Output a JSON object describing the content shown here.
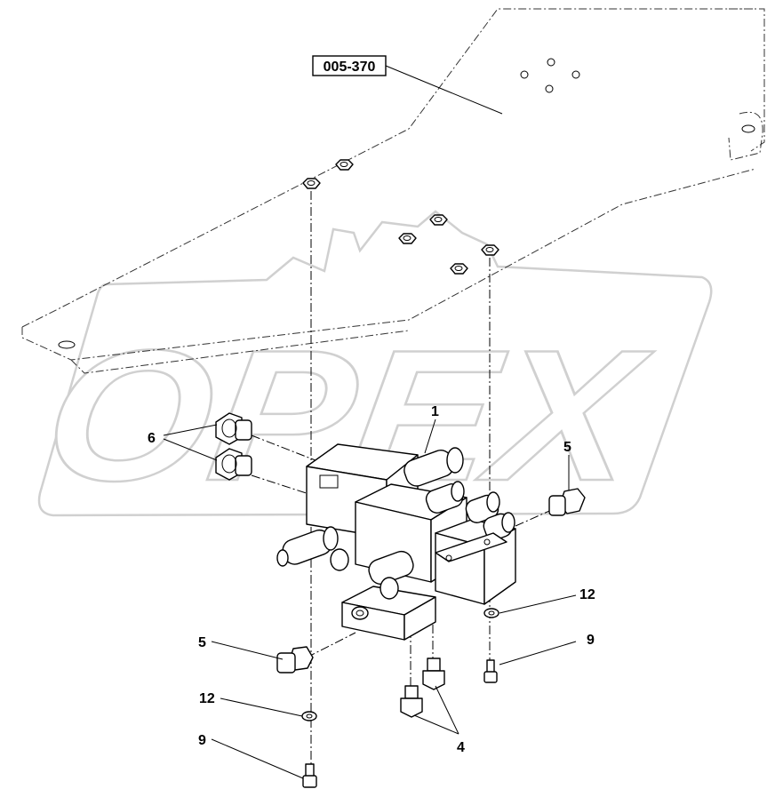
{
  "reference_box": {
    "label": "005-370"
  },
  "watermark": {
    "text": "OPEX"
  },
  "callouts": [
    {
      "id": "callout-1",
      "label": "1"
    },
    {
      "id": "callout-6",
      "label": "6"
    },
    {
      "id": "callout-5-right",
      "label": "5"
    },
    {
      "id": "callout-5-left",
      "label": "5"
    },
    {
      "id": "callout-12-right",
      "label": "12"
    },
    {
      "id": "callout-12-left",
      "label": "12"
    },
    {
      "id": "callout-9-right",
      "label": "9"
    },
    {
      "id": "callout-9-left",
      "label": "9"
    },
    {
      "id": "callout-4",
      "label": "4"
    }
  ]
}
